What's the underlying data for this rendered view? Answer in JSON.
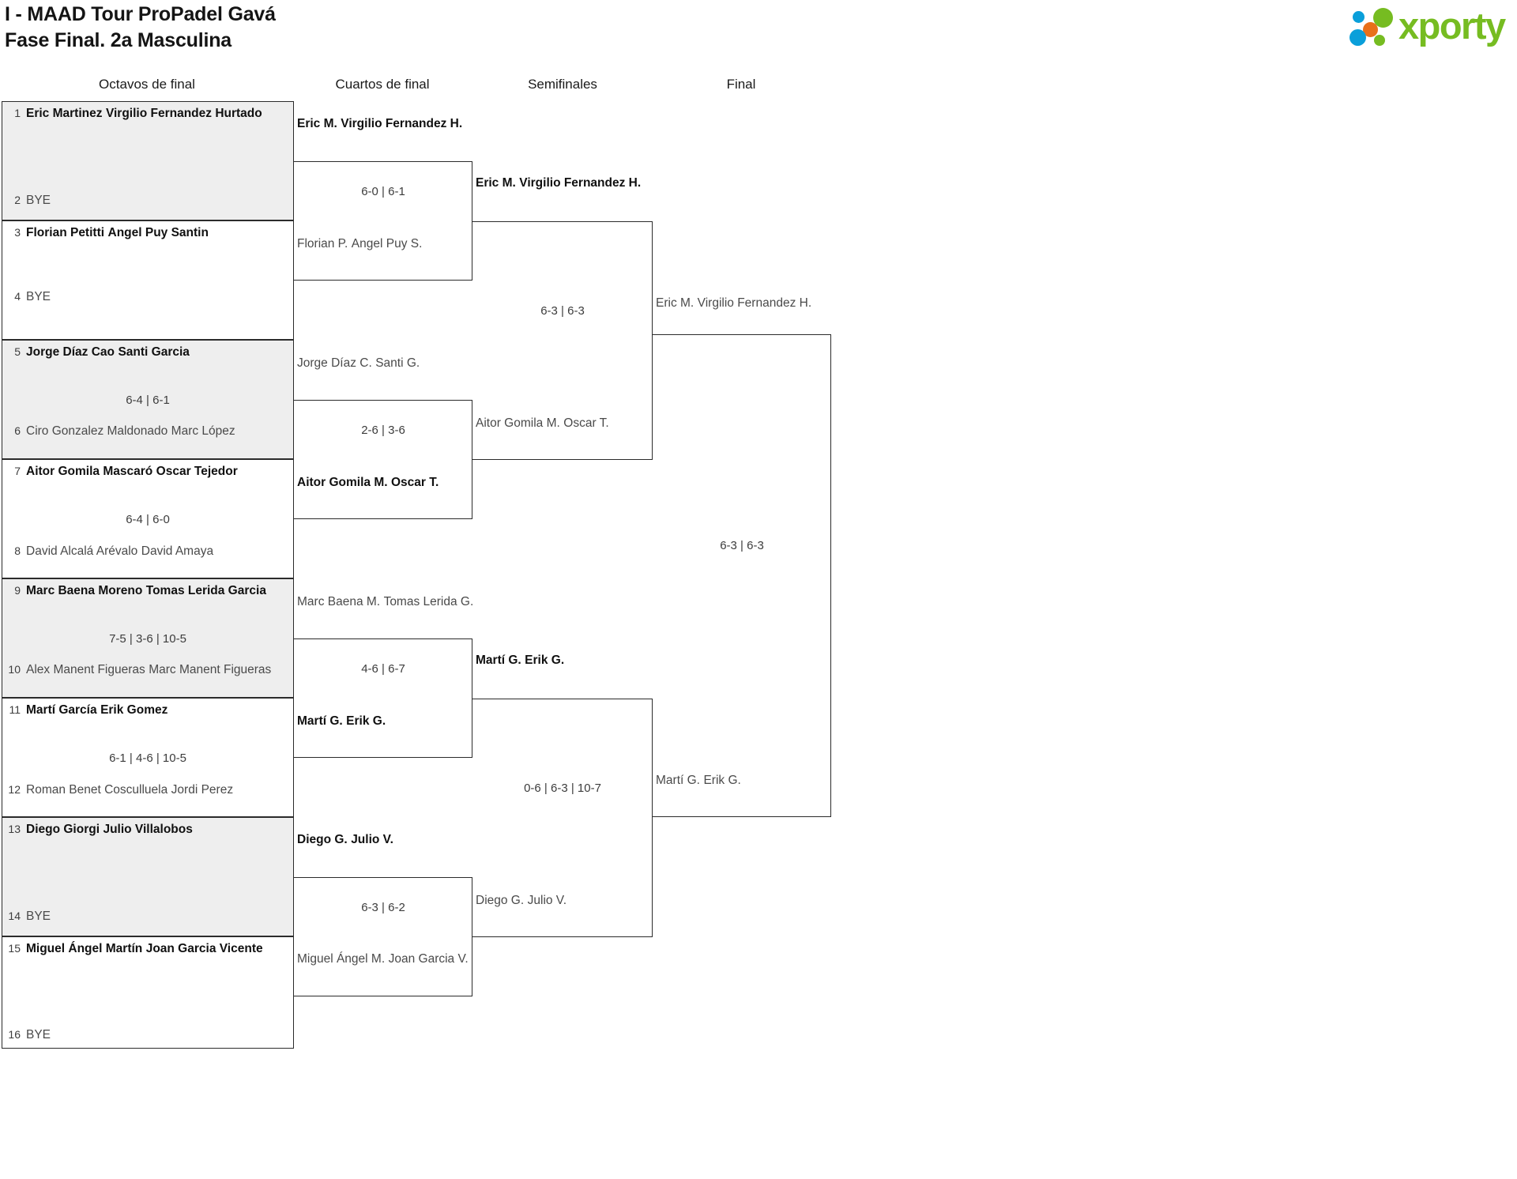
{
  "header": {
    "title_line1": "I - MAAD Tour ProPadel Gavá",
    "title_line2": "Fase Final. 2a Masculina"
  },
  "logo": {
    "wordmark": "xporty",
    "colors": {
      "green": "#76bc21",
      "blue": "#0a9fda",
      "orange": "#e8701a"
    }
  },
  "rounds": [
    {
      "label": "Octavos de final"
    },
    {
      "label": "Cuartos de final"
    },
    {
      "label": "Semifinales"
    },
    {
      "label": "Final"
    }
  ],
  "bracket": {
    "round1": [
      {
        "seed": "1",
        "p1": "Eric Martinez",
        "p2": "Virgilio Fernandez Hurtado",
        "winner": true,
        "bye": false
      },
      {
        "seed": "2",
        "p1": "BYE",
        "p2": "",
        "winner": false,
        "bye": true
      },
      {
        "seed": "3",
        "p1": "Florian Petitti",
        "p2": "Angel Puy Santin",
        "winner": true,
        "bye": false
      },
      {
        "seed": "4",
        "p1": "BYE",
        "p2": "",
        "winner": false,
        "bye": true
      },
      {
        "seed": "5",
        "p1": "Jorge Díaz Cao",
        "p2": "Santi Garcia",
        "winner": true,
        "bye": false
      },
      {
        "seed": "6",
        "p1": "Ciro Gonzalez Maldonado",
        "p2": "Marc López",
        "winner": false,
        "bye": false
      },
      {
        "seed": "7",
        "p1": "Aitor Gomila Mascaró",
        "p2": "Oscar Tejedor",
        "winner": true,
        "bye": false
      },
      {
        "seed": "8",
        "p1": "David Alcalá Arévalo",
        "p2": "David Amaya",
        "winner": false,
        "bye": false
      },
      {
        "seed": "9",
        "p1": "Marc Baena Moreno",
        "p2": "Tomas Lerida Garcia",
        "winner": true,
        "bye": false
      },
      {
        "seed": "10",
        "p1": "Alex Manent Figueras",
        "p2": "Marc Manent Figueras",
        "winner": false,
        "bye": false
      },
      {
        "seed": "11",
        "p1": "Martí García",
        "p2": "Erik Gomez",
        "winner": true,
        "bye": false
      },
      {
        "seed": "12",
        "p1": "Roman Benet Cosculluela",
        "p2": "Jordi Perez",
        "winner": false,
        "bye": false
      },
      {
        "seed": "13",
        "p1": "Diego Giorgi",
        "p2": "Julio Villalobos",
        "winner": true,
        "bye": false
      },
      {
        "seed": "14",
        "p1": "BYE",
        "p2": "",
        "winner": false,
        "bye": true
      },
      {
        "seed": "15",
        "p1": "Miguel Ángel Martín",
        "p2": "Joan Garcia Vicente",
        "winner": true,
        "bye": false
      },
      {
        "seed": "16",
        "p1": "BYE",
        "p2": "",
        "winner": false,
        "bye": true
      }
    ],
    "round1_scores": [
      {
        "text": ""
      },
      {
        "text": ""
      },
      {
        "text": "6-4 | 6-1"
      },
      {
        "text": "6-4 | 6-0"
      },
      {
        "text": "7-5 | 3-6 | 10-5"
      },
      {
        "text": "6-1 | 4-6 | 10-5"
      },
      {
        "text": ""
      },
      {
        "text": ""
      }
    ],
    "round2": [
      {
        "p1": "Eric M.",
        "p2": "Virgilio Fernandez H.",
        "winner": true
      },
      {
        "p1": "Florian P.",
        "p2": "Angel Puy S.",
        "winner": false
      },
      {
        "p1": "Jorge Díaz C.",
        "p2": "Santi G.",
        "winner": false
      },
      {
        "p1": "Aitor Gomila M.",
        "p2": "Oscar T.",
        "winner": true
      },
      {
        "p1": "Marc Baena M.",
        "p2": "Tomas Lerida G.",
        "winner": false
      },
      {
        "p1": "Martí G.",
        "p2": "Erik G.",
        "winner": true
      },
      {
        "p1": "Diego G.",
        "p2": "Julio V.",
        "winner": true
      },
      {
        "p1": "Miguel Ángel M.",
        "p2": "Joan Garcia V.",
        "winner": false
      }
    ],
    "round2_scores": [
      {
        "text": "6-0 | 6-1"
      },
      {
        "text": "2-6 | 3-6"
      },
      {
        "text": "4-6 | 6-7"
      },
      {
        "text": "6-3 | 6-2"
      }
    ],
    "round3": [
      {
        "p1": "Eric M.",
        "p2": "Virgilio Fernandez H.",
        "winner": true
      },
      {
        "p1": "Aitor Gomila M.",
        "p2": "Oscar T.",
        "winner": false
      },
      {
        "p1": "Martí G.",
        "p2": "Erik G.",
        "winner": true
      },
      {
        "p1": "Diego G.",
        "p2": "Julio V.",
        "winner": false
      }
    ],
    "round3_scores": [
      {
        "text": "6-3 | 6-3"
      },
      {
        "text": "0-6 | 6-3 | 10-7"
      }
    ],
    "round4": [
      {
        "p1": "Eric M.",
        "p2": "Virgilio Fernandez H.",
        "winner": false
      },
      {
        "p1": "Martí G.",
        "p2": "Erik G.",
        "winner": false
      }
    ],
    "round4_scores": [
      {
        "text": "6-3 | 6-3"
      }
    ]
  }
}
